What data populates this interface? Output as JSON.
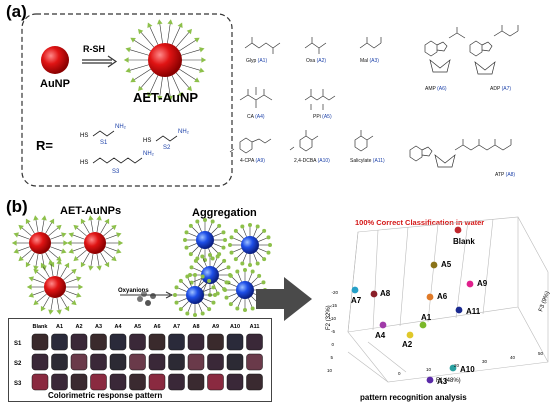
{
  "panel_a": {
    "label": "(a)",
    "aunp_label": "AuNP",
    "reagent": "R-SH",
    "aet_label": "AET-AuNP",
    "r_label": "R=",
    "s_labels": [
      "S1",
      "S2",
      "S3"
    ],
    "sh": "HS",
    "nh2": "NH₂",
    "compounds": [
      {
        "name": "Glyp",
        "code": "(A1)"
      },
      {
        "name": "Oxa",
        "code": "(A2)"
      },
      {
        "name": "Mal",
        "code": "(A3)"
      },
      {
        "name": "AMP",
        "code": "(A6)"
      },
      {
        "name": "ADP",
        "code": "(A7)"
      },
      {
        "name": "CA",
        "code": "(A4)"
      },
      {
        "name": "PPi",
        "code": "(A5)"
      },
      {
        "name": "4-CPA",
        "code": "(A9)"
      },
      {
        "name": "2,4-DCBA",
        "code": "(A10)"
      },
      {
        "name": "Salicylate",
        "code": "(A11)"
      },
      {
        "name": "ATP",
        "code": "(A8)"
      }
    ]
  },
  "panel_b": {
    "label": "(b)",
    "aet_title": "AET-AuNPs",
    "aggregation_title": "Aggregation",
    "oxyanions": "Oxyanions",
    "grid_columns": [
      "Blank",
      "A1",
      "A2",
      "A3",
      "A4",
      "A5",
      "A6",
      "A7",
      "A8",
      "A9",
      "A10",
      "A11"
    ],
    "grid_rows": [
      "S1",
      "S2",
      "S3"
    ],
    "grid_caption": "Colorimetric response pattern",
    "plot_title": "100% Correct Classification in water",
    "plot_caption": "pattern recognition analysis",
    "axis_f1": "F1 (48%)",
    "axis_f2": "F2 (32%)",
    "axis_f3": "F3 (9%)",
    "tick_labels_f1": [
      "0",
      "10",
      "20",
      "30",
      "40",
      "50"
    ],
    "tick_labels_f2": [
      "-20",
      "-15",
      "-10",
      "-5",
      "0",
      "5",
      "10"
    ],
    "points": [
      {
        "label": "Blank",
        "color": "#c0282e"
      },
      {
        "label": "A5",
        "color": "#8a7318"
      },
      {
        "label": "A9",
        "color": "#e0208c"
      },
      {
        "label": "A7",
        "color": "#25a0c8"
      },
      {
        "label": "A8",
        "color": "#8a1e28"
      },
      {
        "label": "A6",
        "color": "#e07a28"
      },
      {
        "label": "A11",
        "color": "#1a2a90"
      },
      {
        "label": "A4",
        "color": "#a03aa8"
      },
      {
        "label": "A1",
        "color": "#7ab82a"
      },
      {
        "label": "A2",
        "color": "#e0c82a"
      },
      {
        "label": "A10",
        "color": "#2aa0a0"
      },
      {
        "label": "A3",
        "color": "#5a2aa8"
      }
    ]
  },
  "colors": {
    "gold_np": "#e01414",
    "aggregated_np": "#1e4ee8",
    "ligand_green": "#8dc04a",
    "title_red": "#d41818",
    "code_blue": "#1a3fa8",
    "arrow_gray": "#4a4a4a"
  }
}
